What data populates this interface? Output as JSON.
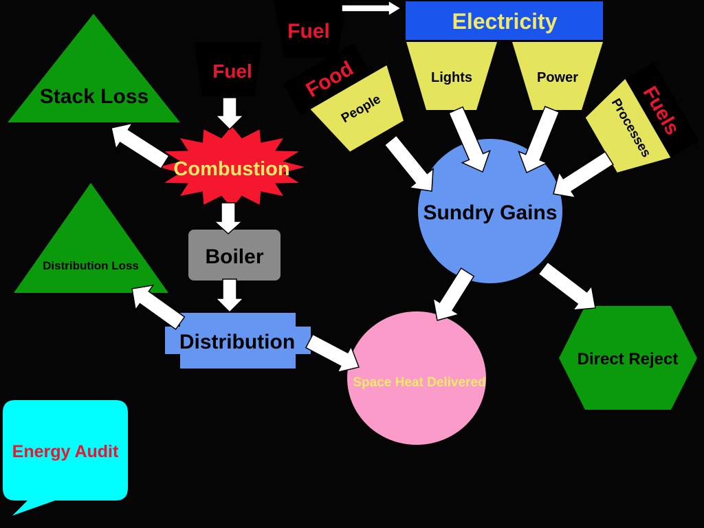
{
  "colors": {
    "background": "#050505",
    "green": "#0b9a0b",
    "red_burst": "#f5172d",
    "yellow": "#e5e55d",
    "blue": "#1a55ee",
    "light_blue": "#6496f2",
    "pink": "#fb9bc9",
    "gray": "#8a8a8a",
    "cyan": "#00ffff",
    "label_red": "#e8172f",
    "label_yellow": "#f2e968",
    "label_dark": "#000000",
    "arrow": "#ffffff"
  },
  "nodes": {
    "fuel_left": "Fuel",
    "fuel_top": "Fuel",
    "stack_loss": "Stack Loss",
    "combustion": "Combustion",
    "boiler": "Boiler",
    "distribution_loss": "Distribution Loss",
    "distribution": "Distribution",
    "electricity": "Electricity",
    "lights": "Lights",
    "power": "Power",
    "food": "Food",
    "people": "People",
    "fuels": "Fuels",
    "processes": "Processes",
    "sundry_gains": "Sundry Gains",
    "space_heat_delivered": "Space Heat Delivered",
    "direct_reject": "Direct Reject",
    "energy_audit": "Energy Audit"
  }
}
